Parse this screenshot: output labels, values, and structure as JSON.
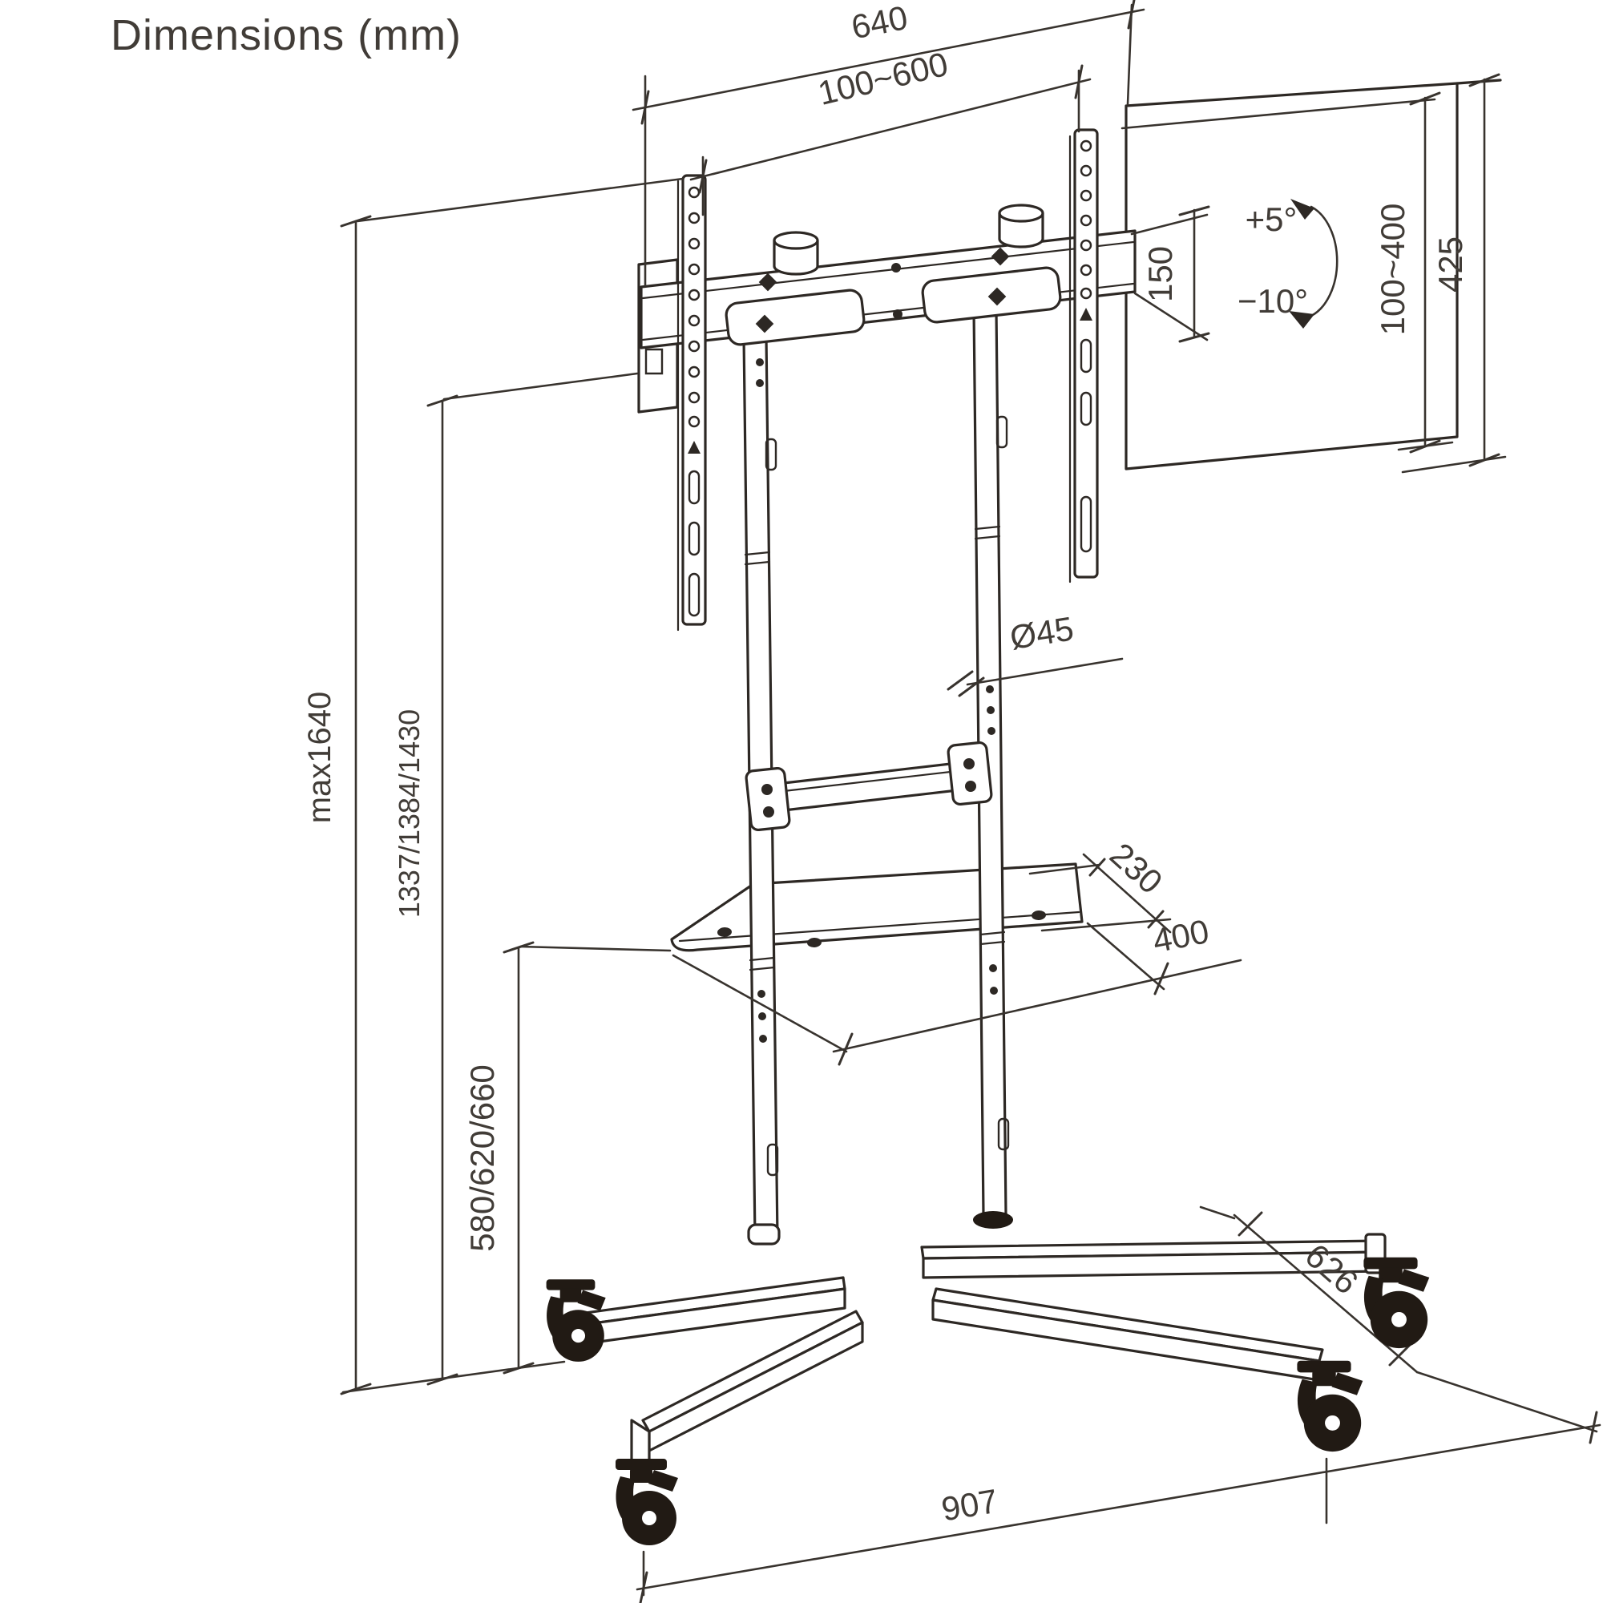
{
  "title": "Dimensions (mm)",
  "dimensions": {
    "bracket_width": "640",
    "vesa_width_range": "100~600",
    "bracket_plate_height": "150",
    "tilt_up": "+5°",
    "tilt_down": "−10°",
    "vesa_height_range": "100~400",
    "bracket_total_height": "425",
    "pole_diameter": "Ø45",
    "shelf_depth": "230",
    "shelf_width": "400",
    "max_height": "max1640",
    "column_height_options": "1337/1384/1430",
    "shelf_height_options": "580/620/660",
    "base_depth": "626",
    "base_width": "907"
  },
  "colors": {
    "line": "#2d2824",
    "text": "#413c37",
    "caster": "#211a14",
    "background": "#ffffff"
  }
}
